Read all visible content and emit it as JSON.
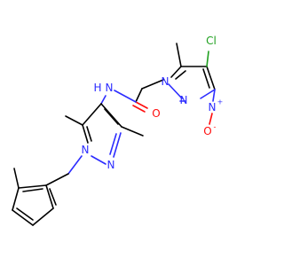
{
  "colors": {
    "carbon": "#000000",
    "nitrogen": "#2c2cff",
    "oxygen": "#ff0d0d",
    "chlorine": "#1fa01f",
    "background": "#ffffff"
  },
  "atoms": {
    "cl": "Cl",
    "n_pyrazole_top_1": "N",
    "n_pyrazole_top_2": "N",
    "n_nitro": "N",
    "n_nitro_charge": "+",
    "o_nitro": "O",
    "o_nitro_charge": "-",
    "nh": "N",
    "h": "H",
    "o_carbonyl": "O",
    "n_pyrazole_bottom_1": "N",
    "n_pyrazole_bottom_2": "N"
  }
}
